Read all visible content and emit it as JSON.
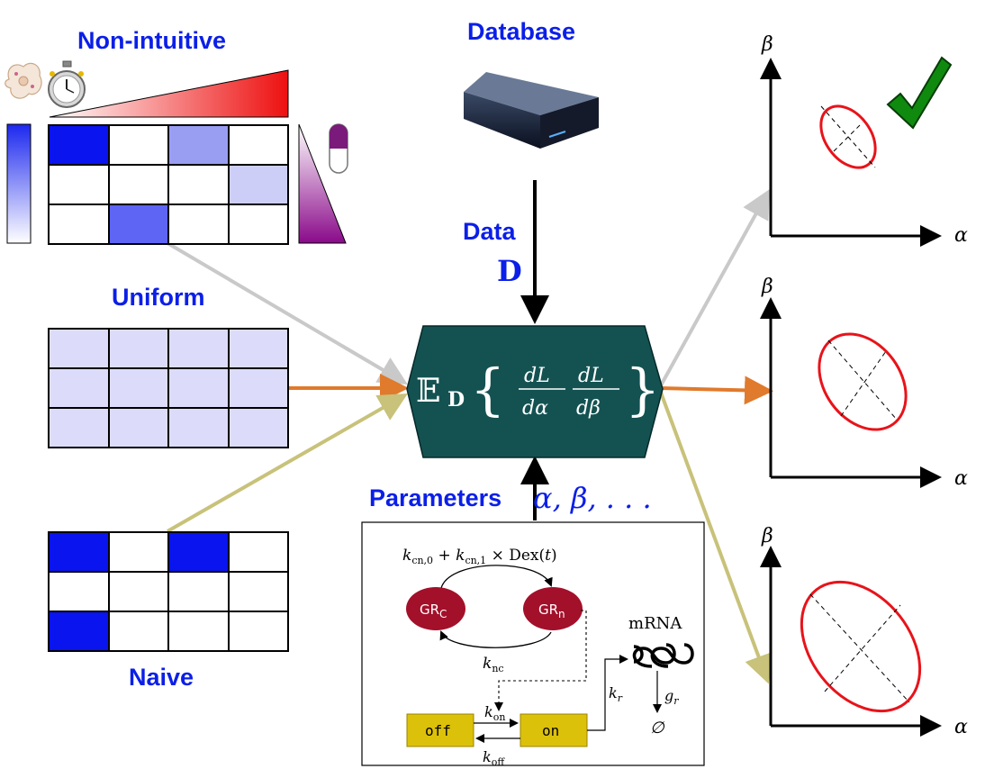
{
  "designs": {
    "non_intuitive": {
      "label": "Non-intuitive",
      "cells": [
        "#0a14ee",
        "#ffffff",
        "#9a9ef3",
        "#ffffff",
        "#ffffff",
        "#ffffff",
        "#ffffff",
        "#cccef7",
        "#ffffff",
        "#5e64f4",
        "#ffffff",
        "#ffffff"
      ]
    },
    "uniform": {
      "label": "Uniform",
      "cells": [
        "#dcdcfa",
        "#dcdcfa",
        "#dcdcfa",
        "#dcdcfa",
        "#dcdcfa",
        "#dcdcfa",
        "#dcdcfa",
        "#dcdcfa",
        "#dcdcfa",
        "#dcdcfa",
        "#dcdcfa",
        "#dcdcfa"
      ]
    },
    "naive": {
      "label": "Naive",
      "cells": [
        "#0a14ee",
        "#ffffff",
        "#0a14ee",
        "#ffffff",
        "#ffffff",
        "#ffffff",
        "#ffffff",
        "#ffffff",
        "#0a14ee",
        "#ffffff",
        "#ffffff",
        "#ffffff"
      ]
    }
  },
  "database": {
    "label": "Database"
  },
  "data": {
    "label": "Data",
    "symbol": "D"
  },
  "parameters": {
    "label": "Parameters",
    "symbols": "α, β, . . ."
  },
  "fisher": {
    "expectation": "𝔼",
    "subscript": "D",
    "dl": "dL",
    "dalpha": "dα",
    "dbeta": "dβ"
  },
  "model": {
    "rate_top": "k",
    "rate_top_full": "k_cn,0 + k_cn,1 × Dex(t)",
    "gr_c": "GR",
    "gr_c_sub": "C",
    "gr_n": "GR",
    "gr_n_sub": "n",
    "k_nc": "k",
    "k_nc_sub": "nc",
    "mrna": "mRNA",
    "k_r": "k",
    "k_r_sub": "r",
    "g_r": "g",
    "g_r_sub": "r",
    "null": "∅",
    "off": "off",
    "on": "on",
    "k_on": "k",
    "k_on_sub": "on",
    "k_off": "k",
    "k_off_sub": "off"
  },
  "plots": {
    "x_label": "α",
    "y_label": "β"
  },
  "colors": {
    "ellipse": "#e8131a",
    "check": "#0f8a0f",
    "arrow_gray": "#c9c9c9",
    "arrow_orange": "#e07a2c",
    "arrow_olive": "#c8c27a",
    "fisher_box": "#145252",
    "title_blue": "#0b1fe8",
    "onoff_box": "#dcc10a",
    "gr_node": "#a3102a"
  },
  "icons": [
    "cell-icon",
    "stopwatch-icon",
    "pill-icon",
    "server-icon",
    "checkmark-icon"
  ]
}
